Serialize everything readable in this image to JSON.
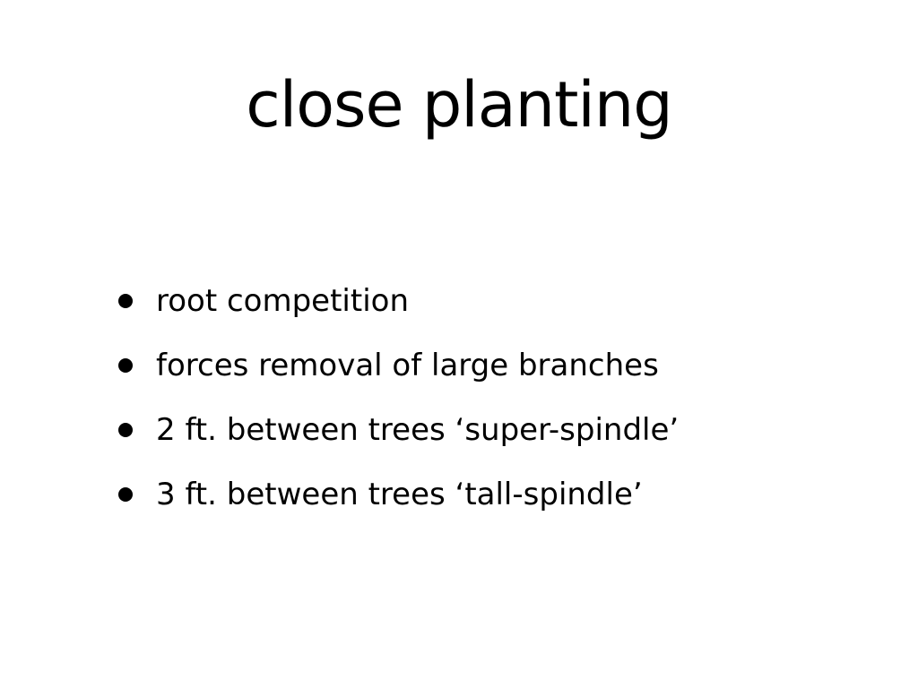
{
  "slide": {
    "title": "close planting",
    "bullets": [
      "root competition",
      "forces removal of large branches",
      "2 ft. between trees ‘super-spindle’",
      "3 ft. between trees ‘tall-spindle’"
    ]
  },
  "colors": {
    "background": "#ffffff",
    "text": "#000000"
  }
}
